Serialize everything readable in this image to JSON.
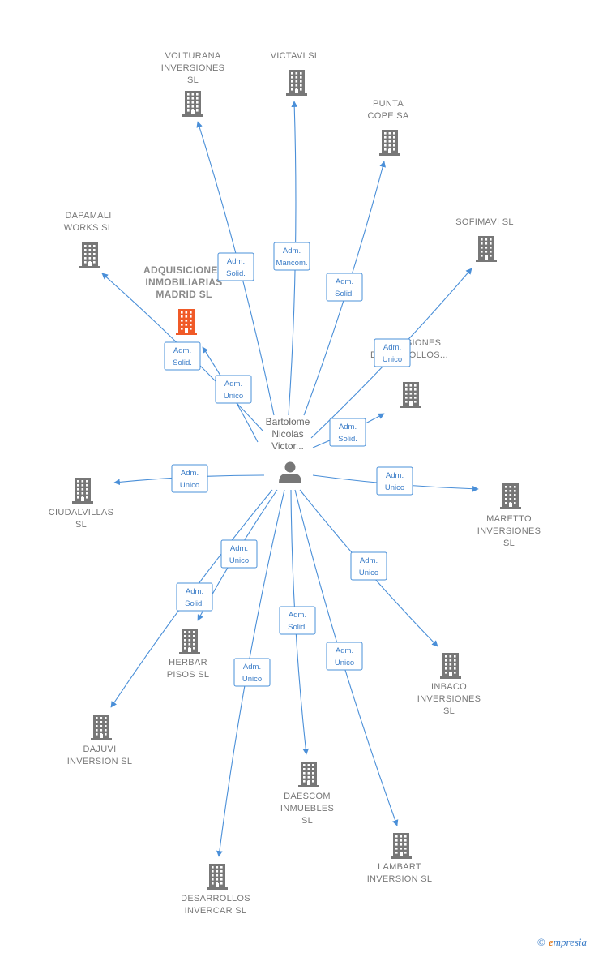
{
  "center": {
    "name_lines": [
      "Bartolome",
      "Nicolas",
      "Victor..."
    ],
    "icon": "person-icon"
  },
  "companies": [
    {
      "id": "volturana",
      "lines": [
        "VOLTURANA",
        "INVERSIONES",
        "SL"
      ],
      "role": [
        "Adm.",
        "Solid."
      ],
      "highlight": false
    },
    {
      "id": "victavi",
      "lines": [
        "VICTAVI  SL"
      ],
      "role": [
        "Adm.",
        "Mancom."
      ],
      "highlight": false
    },
    {
      "id": "punta-cope",
      "lines": [
        "PUNTA",
        "COPE SA"
      ],
      "role": [
        "Adm.",
        "Solid."
      ],
      "highlight": false
    },
    {
      "id": "sofimavi",
      "lines": [
        "SOFIMAVI  SL"
      ],
      "role": [
        "Adm.",
        "Unico"
      ],
      "highlight": false
    },
    {
      "id": "dapamali",
      "lines": [
        "DAPAMALI",
        "WORKS  SL"
      ],
      "role": [
        "Adm.",
        "Solid."
      ],
      "highlight": false
    },
    {
      "id": "adquisiciones",
      "lines": [
        "ADQUISICIONES",
        "INMOBILIARIAS",
        "MADRID  SL"
      ],
      "role": [
        "Adm.",
        "Unico"
      ],
      "highlight": true
    },
    {
      "id": "inversiones-desarrollos",
      "lines": [
        "INVERSIONES",
        "DESARROLLOS..."
      ],
      "role": [
        "Adm.",
        "Solid."
      ],
      "highlight": false
    },
    {
      "id": "ciudalvillas",
      "lines": [
        "CIUDALVILLAS",
        "SL"
      ],
      "role": [
        "Adm.",
        "Unico"
      ],
      "highlight": false
    },
    {
      "id": "maretto",
      "lines": [
        "MARETTO",
        "INVERSIONES",
        "SL"
      ],
      "role": [
        "Adm.",
        "Unico"
      ],
      "highlight": false
    },
    {
      "id": "herbar",
      "lines": [
        "HERBAR",
        "PISOS SL"
      ],
      "role": [
        "Adm.",
        "Unico"
      ],
      "highlight": false
    },
    {
      "id": "dajuvi",
      "lines": [
        "DAJUVI",
        "INVERSION  SL"
      ],
      "role": [
        "Adm.",
        "Solid."
      ],
      "highlight": false
    },
    {
      "id": "inbaco",
      "lines": [
        "INBACO",
        "INVERSIONES",
        "SL"
      ],
      "role": [
        "Adm.",
        "Unico"
      ],
      "highlight": false
    },
    {
      "id": "daescom",
      "lines": [
        "DAESCOM",
        "INMUEBLES",
        "SL"
      ],
      "role": [
        "Adm.",
        "Solid."
      ],
      "highlight": false
    },
    {
      "id": "lambart",
      "lines": [
        "LAMBART",
        "INVERSION  SL"
      ],
      "role": [
        "Adm.",
        "Unico"
      ],
      "highlight": false
    },
    {
      "id": "desarrollos-invercar",
      "lines": [
        "DESARROLLOS",
        "INVERCAR  SL"
      ],
      "role": [
        "Adm.",
        "Unico"
      ],
      "highlight": false
    }
  ],
  "colors": {
    "edge": "#4a8fd8",
    "building": "#777777",
    "building_highlight": "#f05a28",
    "person": "#777777"
  },
  "watermark": {
    "symbol": "©",
    "brand_initial": "e",
    "brand_rest": "mpresia"
  }
}
